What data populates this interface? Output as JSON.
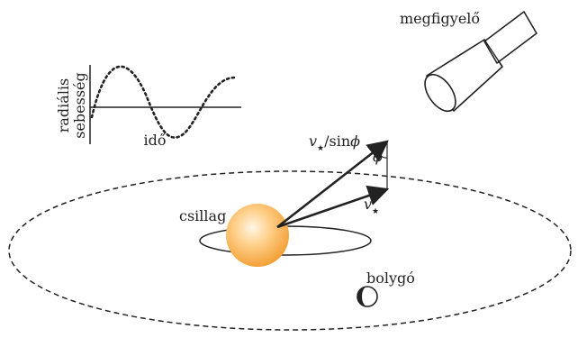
{
  "labels": {
    "observer": "megfigyelő",
    "y_axis_line1": "radiális",
    "y_axis_line2": "sebesség",
    "x_axis": "idő",
    "star": "csillag",
    "planet": "bolygó",
    "v_proj": "v",
    "v_true": "v",
    "star_sub": "★",
    "sin_part": "/sin",
    "phi": "ϕ"
  },
  "colors": {
    "star_core": "#fff6e6",
    "star_mid": "#ffd08a",
    "star_edge": "#f3a23a",
    "ink": "#222222"
  }
}
